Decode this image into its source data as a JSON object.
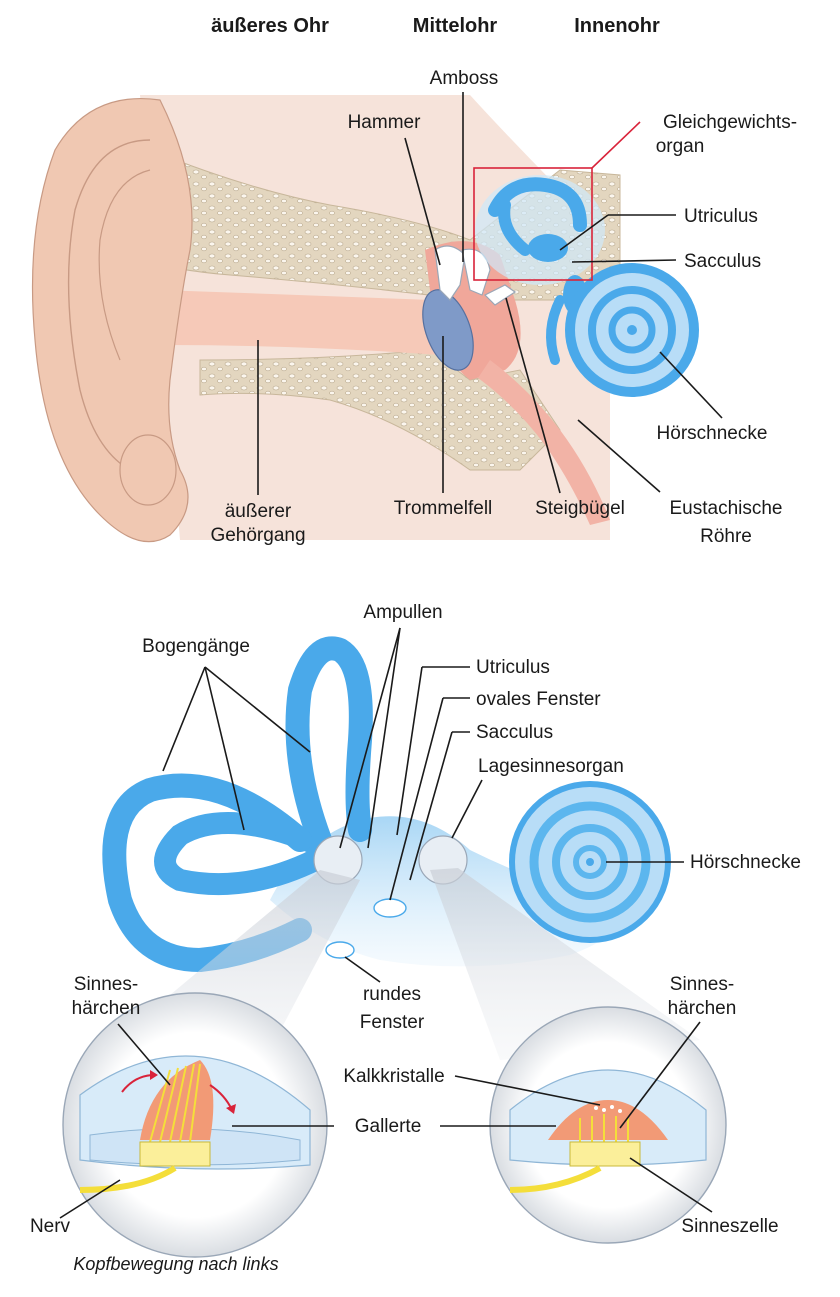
{
  "headers": {
    "outer": "äußeres Ohr",
    "middle": "Mittelohr",
    "inner": "Innenohr"
  },
  "top": {
    "amboss": "Amboss",
    "hammer": "Hammer",
    "gleich_1": "Gleichgewichts-",
    "gleich_2": "organ",
    "utriculus": "Utriculus",
    "sacculus": "Sacculus",
    "hoerschnecke": "Hörschnecke",
    "gehoergang_1": "äußerer",
    "gehoergang_2": "Gehörgang",
    "trommelfell": "Trommelfell",
    "steigbuegel": "Steigbügel",
    "eustach_1": "Eustachische",
    "eustach_2": "Röhre"
  },
  "middle": {
    "ampullen": "Ampullen",
    "bogengaenge": "Bogengänge",
    "utriculus": "Utriculus",
    "ovales": "ovales Fenster",
    "sacculus": "Sacculus",
    "lagesinn": "Lagesinnesorgan",
    "hoerschnecke": "Hörschnecke",
    "rundes_1": "rundes",
    "rundes_2": "Fenster"
  },
  "bottom": {
    "sinnes_l1": "Sinnes-",
    "sinnes_l2": "härchen",
    "sinnes_r1": "Sinnes-",
    "sinnes_r2": "härchen",
    "kalk": "Kalkkristalle",
    "gallerte": "Gallerte",
    "nerv": "Nerv",
    "sinneszelle": "Sinneszelle",
    "caption": "Kopfbewegung nach links"
  },
  "colors": {
    "skin": "#f0c8b2",
    "bone": "#e3d6bf",
    "blue": "#5cb6ee",
    "blue_light": "#a9d7f5",
    "ossicle": "#ffffff",
    "drum": "#7f9ac8",
    "canal": "#f6c9b8",
    "highlight": "#d9233a",
    "gel": "#f29a76",
    "hair": "#f4de3a"
  }
}
